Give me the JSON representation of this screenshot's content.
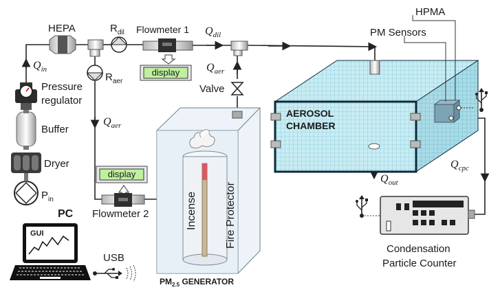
{
  "labels": {
    "hepa": "HEPA",
    "r_dil_main": "R",
    "r_dil_sub": "dil",
    "flowmeter1": "Flowmeter 1",
    "q_dil_main": "Q",
    "q_dil_sub": "dil",
    "q_in_main": "Q",
    "q_in_sub": "in",
    "r_aer_main": "R",
    "r_aer_sub": "aer",
    "q_aer_left_main": "Q",
    "q_aer_left_sub": "aer",
    "q_aer_right_main": "Q",
    "q_aer_right_sub": "aer",
    "pressure_regulator_line1": "Pressure",
    "pressure_regulator_line2": "regulator",
    "buffer": "Buffer",
    "dryer": "Dryer",
    "p_in_main": "P",
    "p_in_sub": "in",
    "valve": "Valve",
    "display_1": "display",
    "display_2": "display",
    "flowmeter2": "Flowmeter 2",
    "hpma": "HPMA",
    "pm_sensors": "PM Sensors",
    "aerosol_chamber_line1": "AEROSOL",
    "aerosol_chamber_line2": "CHAMBER",
    "q_out_main": "Q",
    "q_out_sub": "out",
    "q_cpc_main": "Q",
    "q_cpc_sub": "cpc",
    "cpc_line1": "Condensation",
    "cpc_line2": "Particle Counter",
    "incense": "Incense",
    "fire_protector": "Fire Protector",
    "pm_generator_main": "PM",
    "pm_generator_sub": "2.5",
    "pm_generator_rest": " GENERATOR",
    "pc": "PC",
    "gui": "GUI",
    "usb": "USB"
  },
  "colors": {
    "chamber_fill": "#bfe6ee",
    "chamber_grid": "#7fc6d6",
    "chamber_edge": "#0b2a3a",
    "generator_fill": "#e9f0f6",
    "display_green": "#bff0a0"
  },
  "icons": [
    "usb-icon",
    "laptop-icon",
    "pressure-gauge-icon",
    "valve-icon",
    "smoke-icon"
  ]
}
